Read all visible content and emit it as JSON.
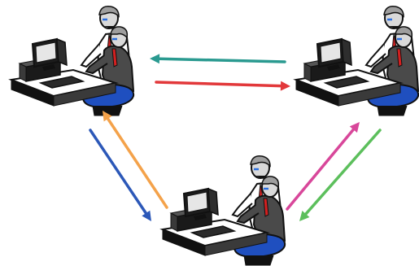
{
  "diagram": {
    "type": "network",
    "nodes": [
      {
        "id": "top-left",
        "icon": "workstation-operators-icon"
      },
      {
        "id": "top-right",
        "icon": "workstation-operators-icon"
      },
      {
        "id": "bottom",
        "icon": "workstation-operators-icon"
      }
    ],
    "edges": [
      {
        "from": "top-right",
        "to": "top-left",
        "color": "#2a9a90"
      },
      {
        "from": "top-left",
        "to": "top-right",
        "color": "#e2383a"
      },
      {
        "from": "top-left",
        "to": "bottom",
        "color": "#2c58b8"
      },
      {
        "from": "bottom",
        "to": "top-left",
        "color": "#f4a24a"
      },
      {
        "from": "bottom",
        "to": "top-right",
        "color": "#d8479a"
      },
      {
        "from": "top-right",
        "to": "bottom",
        "color": "#5cbf5c"
      }
    ],
    "colors": {
      "outline": "#111111",
      "skin": "#d9d9d9",
      "hair": "#9e9e9e",
      "shirt": "#ffffff",
      "tie": "#d22020",
      "cushion": "#1f4fbf",
      "glasses": "#2a6fe0"
    }
  }
}
